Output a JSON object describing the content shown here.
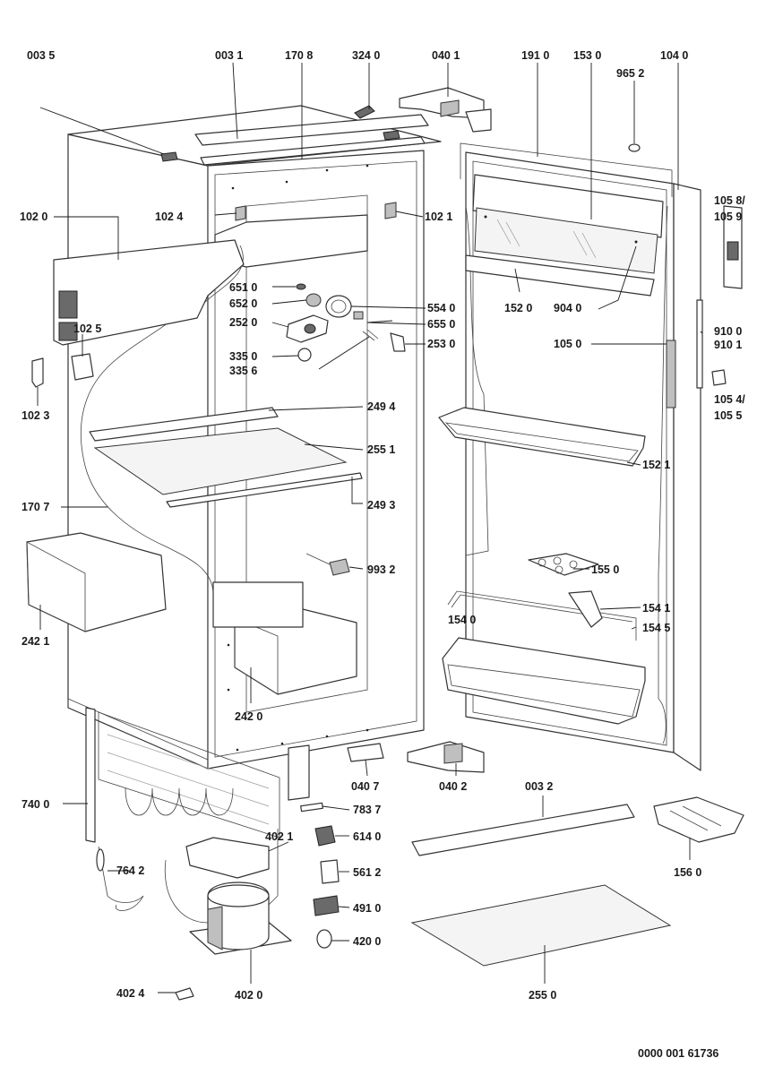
{
  "drawing_number": "0000 001 61736",
  "parts": [
    {
      "id": "p0035",
      "code": "003 5"
    },
    {
      "id": "p0031",
      "code": "003 1"
    },
    {
      "id": "p1708",
      "code": "170 8"
    },
    {
      "id": "p3240",
      "code": "324 0"
    },
    {
      "id": "p0401",
      "code": "040 1"
    },
    {
      "id": "p1910",
      "code": "191 0"
    },
    {
      "id": "p1530",
      "code": "153 0"
    },
    {
      "id": "p9652",
      "code": "965 2"
    },
    {
      "id": "p1040",
      "code": "104 0"
    },
    {
      "id": "p1020",
      "code": "102 0"
    },
    {
      "id": "p1024",
      "code": "102 4"
    },
    {
      "id": "p1021",
      "code": "102 1"
    },
    {
      "id": "p1058",
      "code": "105 8/"
    },
    {
      "id": "p1059",
      "code": "105 9"
    },
    {
      "id": "p6510",
      "code": "651 0"
    },
    {
      "id": "p6520",
      "code": "652 0"
    },
    {
      "id": "p5540",
      "code": "554 0"
    },
    {
      "id": "p1520",
      "code": "152 0"
    },
    {
      "id": "p9040",
      "code": "904 0"
    },
    {
      "id": "p2520",
      "code": "252 0"
    },
    {
      "id": "p6550",
      "code": "655 0"
    },
    {
      "id": "p9100",
      "code": "910 0"
    },
    {
      "id": "p1025",
      "code": "102 5"
    },
    {
      "id": "p2530",
      "code": "253 0"
    },
    {
      "id": "p1050",
      "code": "105 0"
    },
    {
      "id": "p9101",
      "code": "910 1"
    },
    {
      "id": "p3350",
      "code": "335 0"
    },
    {
      "id": "p3356",
      "code": "335 6"
    },
    {
      "id": "p1054",
      "code": "105 4/"
    },
    {
      "id": "p1055",
      "code": "105 5"
    },
    {
      "id": "p1023",
      "code": "102 3"
    },
    {
      "id": "p2494",
      "code": "249 4"
    },
    {
      "id": "p2551",
      "code": "255 1"
    },
    {
      "id": "p1521",
      "code": "152 1"
    },
    {
      "id": "p1707",
      "code": "170 7"
    },
    {
      "id": "p2493",
      "code": "249 3"
    },
    {
      "id": "p9932",
      "code": "993 2"
    },
    {
      "id": "p1550",
      "code": "155 0"
    },
    {
      "id": "p1541",
      "code": "154 1"
    },
    {
      "id": "p1540",
      "code": "154 0"
    },
    {
      "id": "p1545",
      "code": "154 5"
    },
    {
      "id": "p2421",
      "code": "242 1"
    },
    {
      "id": "p2420",
      "code": "242 0"
    },
    {
      "id": "p0407",
      "code": "040 7"
    },
    {
      "id": "p0402",
      "code": "040 2"
    },
    {
      "id": "p0032",
      "code": "003 2"
    },
    {
      "id": "p7400",
      "code": "740 0"
    },
    {
      "id": "p7837",
      "code": "783 7"
    },
    {
      "id": "p1560",
      "code": "156 0"
    },
    {
      "id": "p4021",
      "code": "402 1"
    },
    {
      "id": "p6140",
      "code": "614 0"
    },
    {
      "id": "p7642",
      "code": "764 2"
    },
    {
      "id": "p5612",
      "code": "561 2"
    },
    {
      "id": "p4910",
      "code": "491 0"
    },
    {
      "id": "p4200",
      "code": "420 0"
    },
    {
      "id": "p4024",
      "code": "402 4"
    },
    {
      "id": "p4020",
      "code": "402 0"
    },
    {
      "id": "p2550",
      "code": "255 0"
    }
  ]
}
